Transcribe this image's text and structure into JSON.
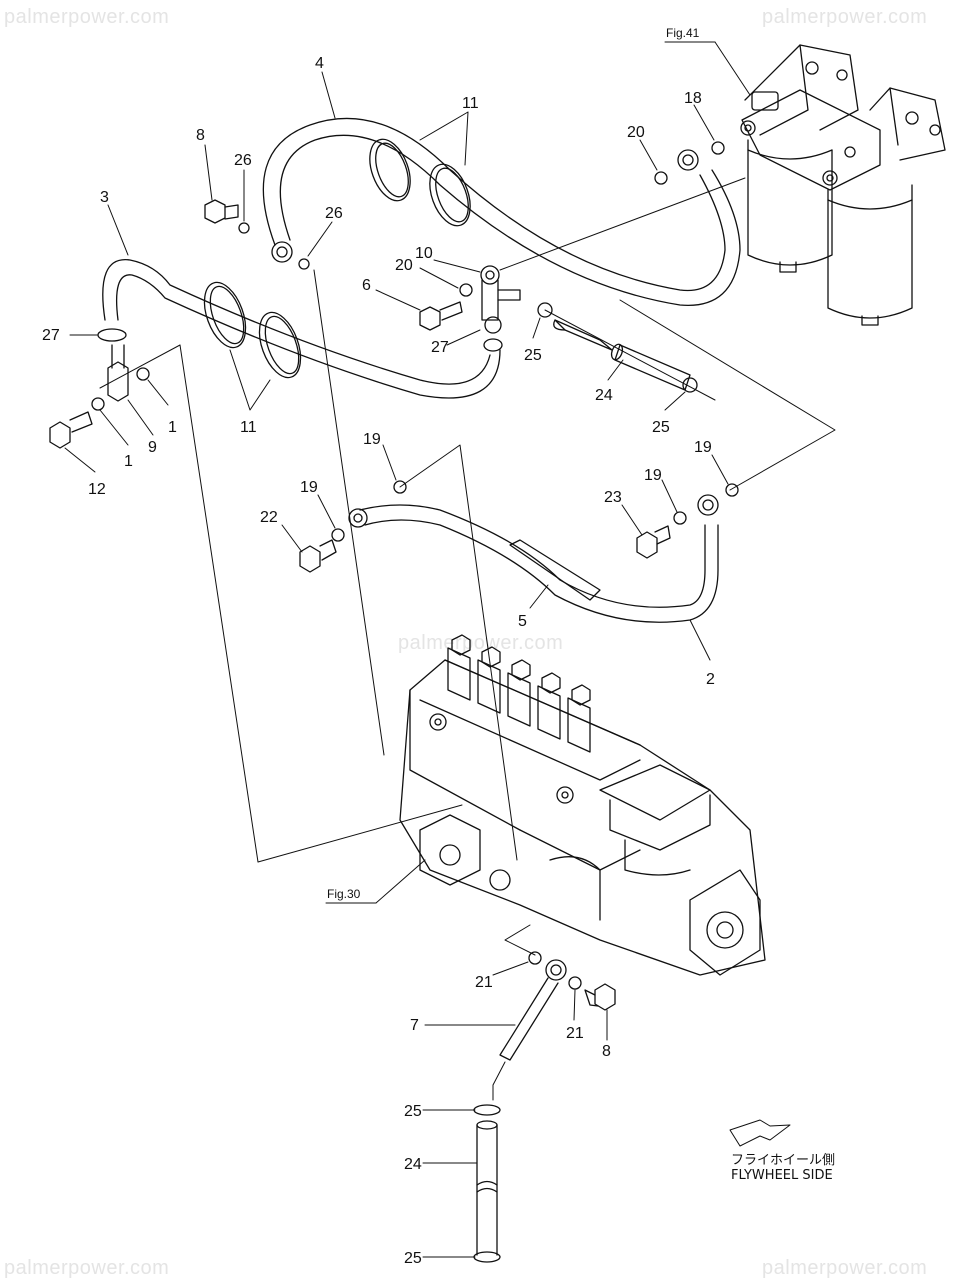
{
  "watermarks": {
    "top_left": "palmerpower.com",
    "top_right": "palmerpower.com",
    "center": "palmerpower.com",
    "bottom_left": "palmerpower.com",
    "bottom_right": "palmerpower.com"
  },
  "figure_refs": {
    "fig41": "Fig.41",
    "fig30": "Fig.30"
  },
  "flywheel_side": {
    "jp": "フライホイール側",
    "en": "FLYWHEEL SIDE"
  },
  "callouts": {
    "c4": "4",
    "c11a": "11",
    "c8a": "8",
    "c26a": "26",
    "c26b": "26",
    "c3": "3",
    "c18": "18",
    "c20a": "20",
    "c10": "10",
    "c20b": "20",
    "c6": "6",
    "c27a": "27",
    "c27b": "27",
    "c25a": "25",
    "c24a": "24",
    "c25b": "25",
    "c11b": "11",
    "c1a": "1",
    "c9": "9",
    "c1b": "1",
    "c12": "12",
    "c19a": "19",
    "c19b": "19",
    "c19c": "19",
    "c19d": "19",
    "c22": "22",
    "c23": "23",
    "c5": "5",
    "c2": "2",
    "c21a": "21",
    "c21b": "21",
    "c7": "7",
    "c8b": "8",
    "c25c": "25",
    "c24b": "24",
    "c25d": "25"
  },
  "colors": {
    "line": "#111111",
    "watermark": "#e4e4e4",
    "background": "#ffffff"
  }
}
